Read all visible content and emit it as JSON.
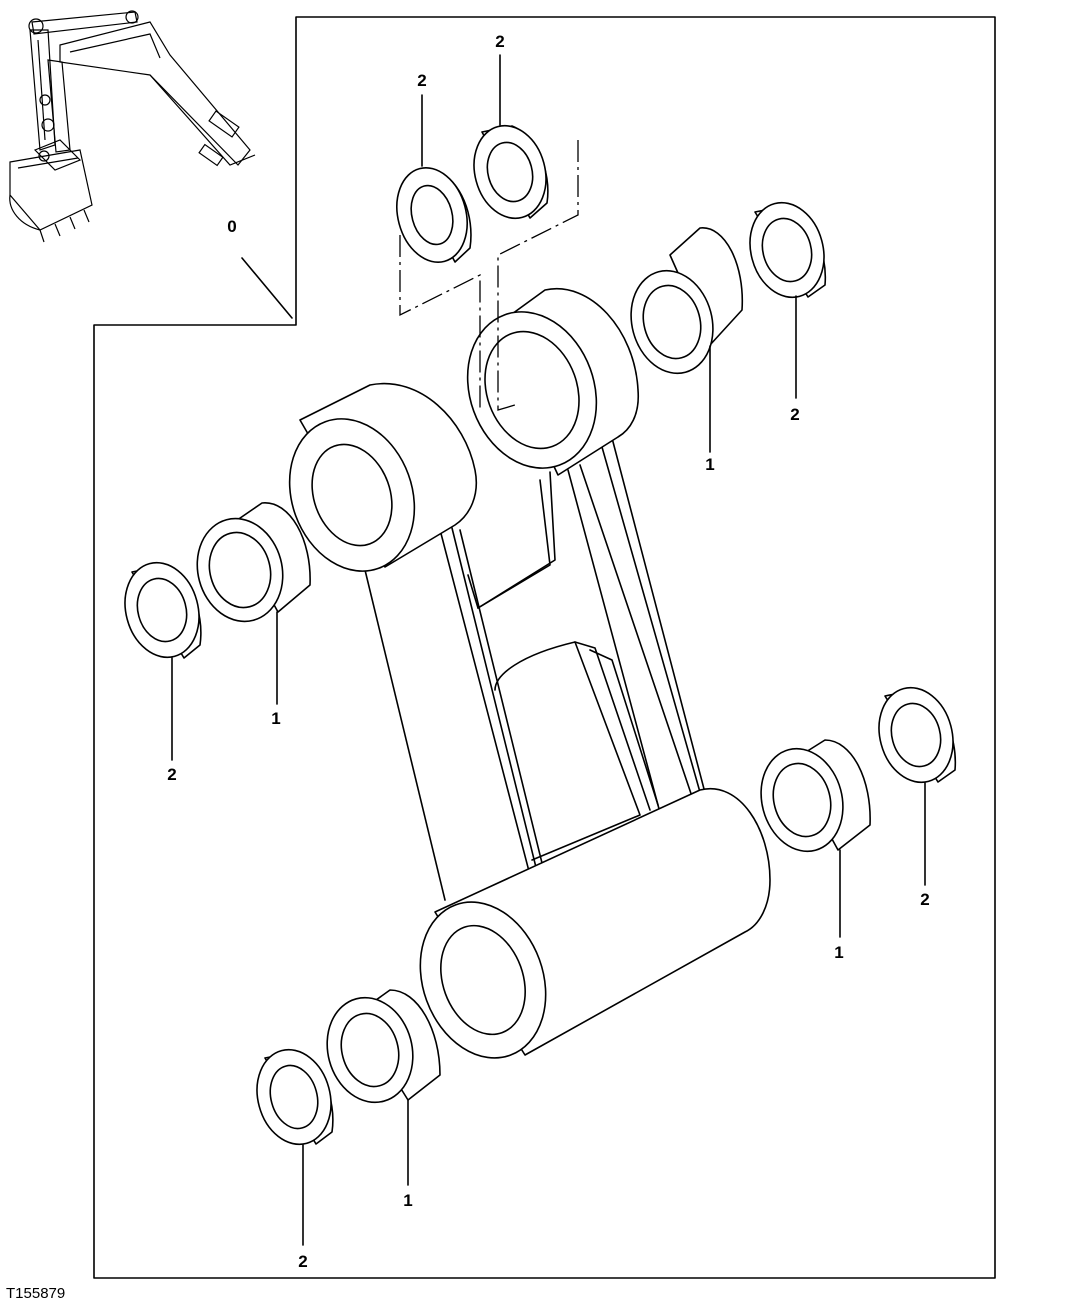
{
  "figure_id": "T155879",
  "callouts": {
    "frame": "0",
    "bushing": "1",
    "seal": "2"
  },
  "icons": {
    "thumbnail": "excavator-arm-icon"
  }
}
